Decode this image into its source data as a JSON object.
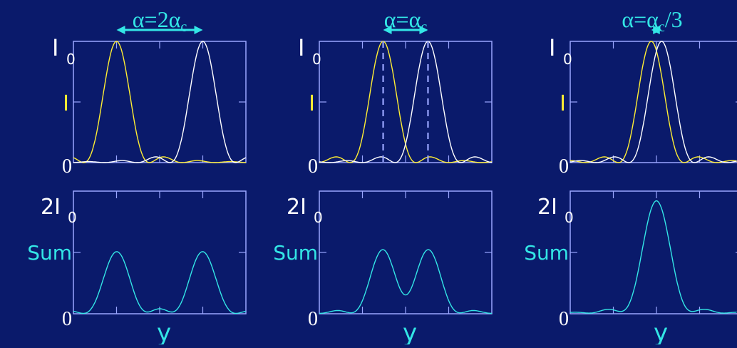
{
  "colors": {
    "background": "#0a1a6b",
    "frame": "#9aa6ff",
    "curve_a": "#ffee33",
    "curve_b": "#ffffff",
    "sum": "#33e6e6",
    "label_white": "#ffffff",
    "label_yellow": "#ffee33",
    "label_cyan": "#33e6e6"
  },
  "panels": [
    {
      "title_prefix": "α=2α",
      "title_sub": "c",
      "title_suffix": "",
      "top": {
        "ymax_label": "I",
        "ymax_sub": "0",
        "mid_label": "I",
        "zero_label": "0"
      },
      "bottom": {
        "ymax_label": "2I",
        "ymax_sub": "0",
        "mid_label": "Sum",
        "zero_label": "0"
      },
      "xlabel": "y"
    },
    {
      "title_prefix": "α=α",
      "title_sub": "c",
      "title_suffix": "",
      "top": {
        "ymax_label": "I",
        "ymax_sub": "0",
        "mid_label": "I",
        "zero_label": "0"
      },
      "bottom": {
        "ymax_label": "2I",
        "ymax_sub": "0",
        "mid_label": "Sum",
        "zero_label": "0"
      },
      "xlabel": "y"
    },
    {
      "title_prefix": "α=α",
      "title_sub": "c",
      "title_suffix": "/3",
      "top": {
        "ymax_label": "I",
        "ymax_sub": "0",
        "mid_label": "I",
        "zero_label": "0"
      },
      "bottom": {
        "ymax_label": "2I",
        "ymax_sub": "0",
        "mid_label": "Sum",
        "zero_label": "0"
      },
      "xlabel": "y"
    }
  ],
  "chart_data": [
    {
      "type": "line",
      "panel": 1,
      "plot": "intensity",
      "curve": "sinc-squared",
      "series": [
        {
          "center": 0.25
        },
        {
          "center": 0.75
        }
      ],
      "separation": 0.5,
      "ylim": [
        0,
        1
      ]
    },
    {
      "type": "line",
      "panel": 1,
      "plot": "sum",
      "ylim": [
        0,
        2
      ]
    },
    {
      "type": "line",
      "panel": 2,
      "plot": "intensity",
      "curve": "sinc-squared",
      "series": [
        {
          "center": 0.37
        },
        {
          "center": 0.63
        }
      ],
      "separation": 0.26,
      "dashed_markers": true,
      "ylim": [
        0,
        1
      ]
    },
    {
      "type": "line",
      "panel": 2,
      "plot": "sum",
      "ylim": [
        0,
        2
      ]
    },
    {
      "type": "line",
      "panel": 3,
      "plot": "intensity",
      "curve": "sinc-squared",
      "series": [
        {
          "center": 0.47
        },
        {
          "center": 0.53
        }
      ],
      "separation": 0.06,
      "ylim": [
        0,
        1
      ]
    },
    {
      "type": "line",
      "panel": 3,
      "plot": "sum",
      "ylim": [
        0,
        2
      ]
    }
  ]
}
